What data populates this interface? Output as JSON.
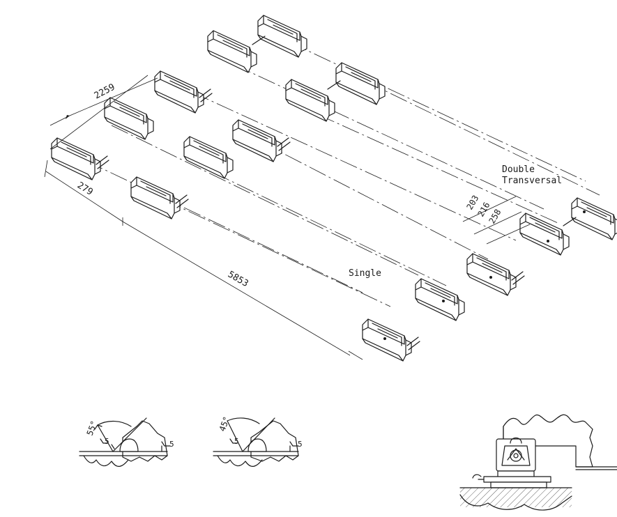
{
  "labels": {
    "double_line1": "Double",
    "double_line2": "Transversal",
    "single": "Single"
  },
  "dimensions": {
    "d2259": "2259",
    "d279": "279",
    "d5853": "5853",
    "d203": "203",
    "d216": "216",
    "d258": "258"
  },
  "weld_details": {
    "left": {
      "angle": "55°",
      "weld_a": "5",
      "weld_b": "5"
    },
    "right": {
      "angle": "45°",
      "weld_a": "5",
      "weld_b": "5"
    }
  },
  "colors": {
    "ink": "#1a1a1a",
    "paper": "#ffffff"
  }
}
